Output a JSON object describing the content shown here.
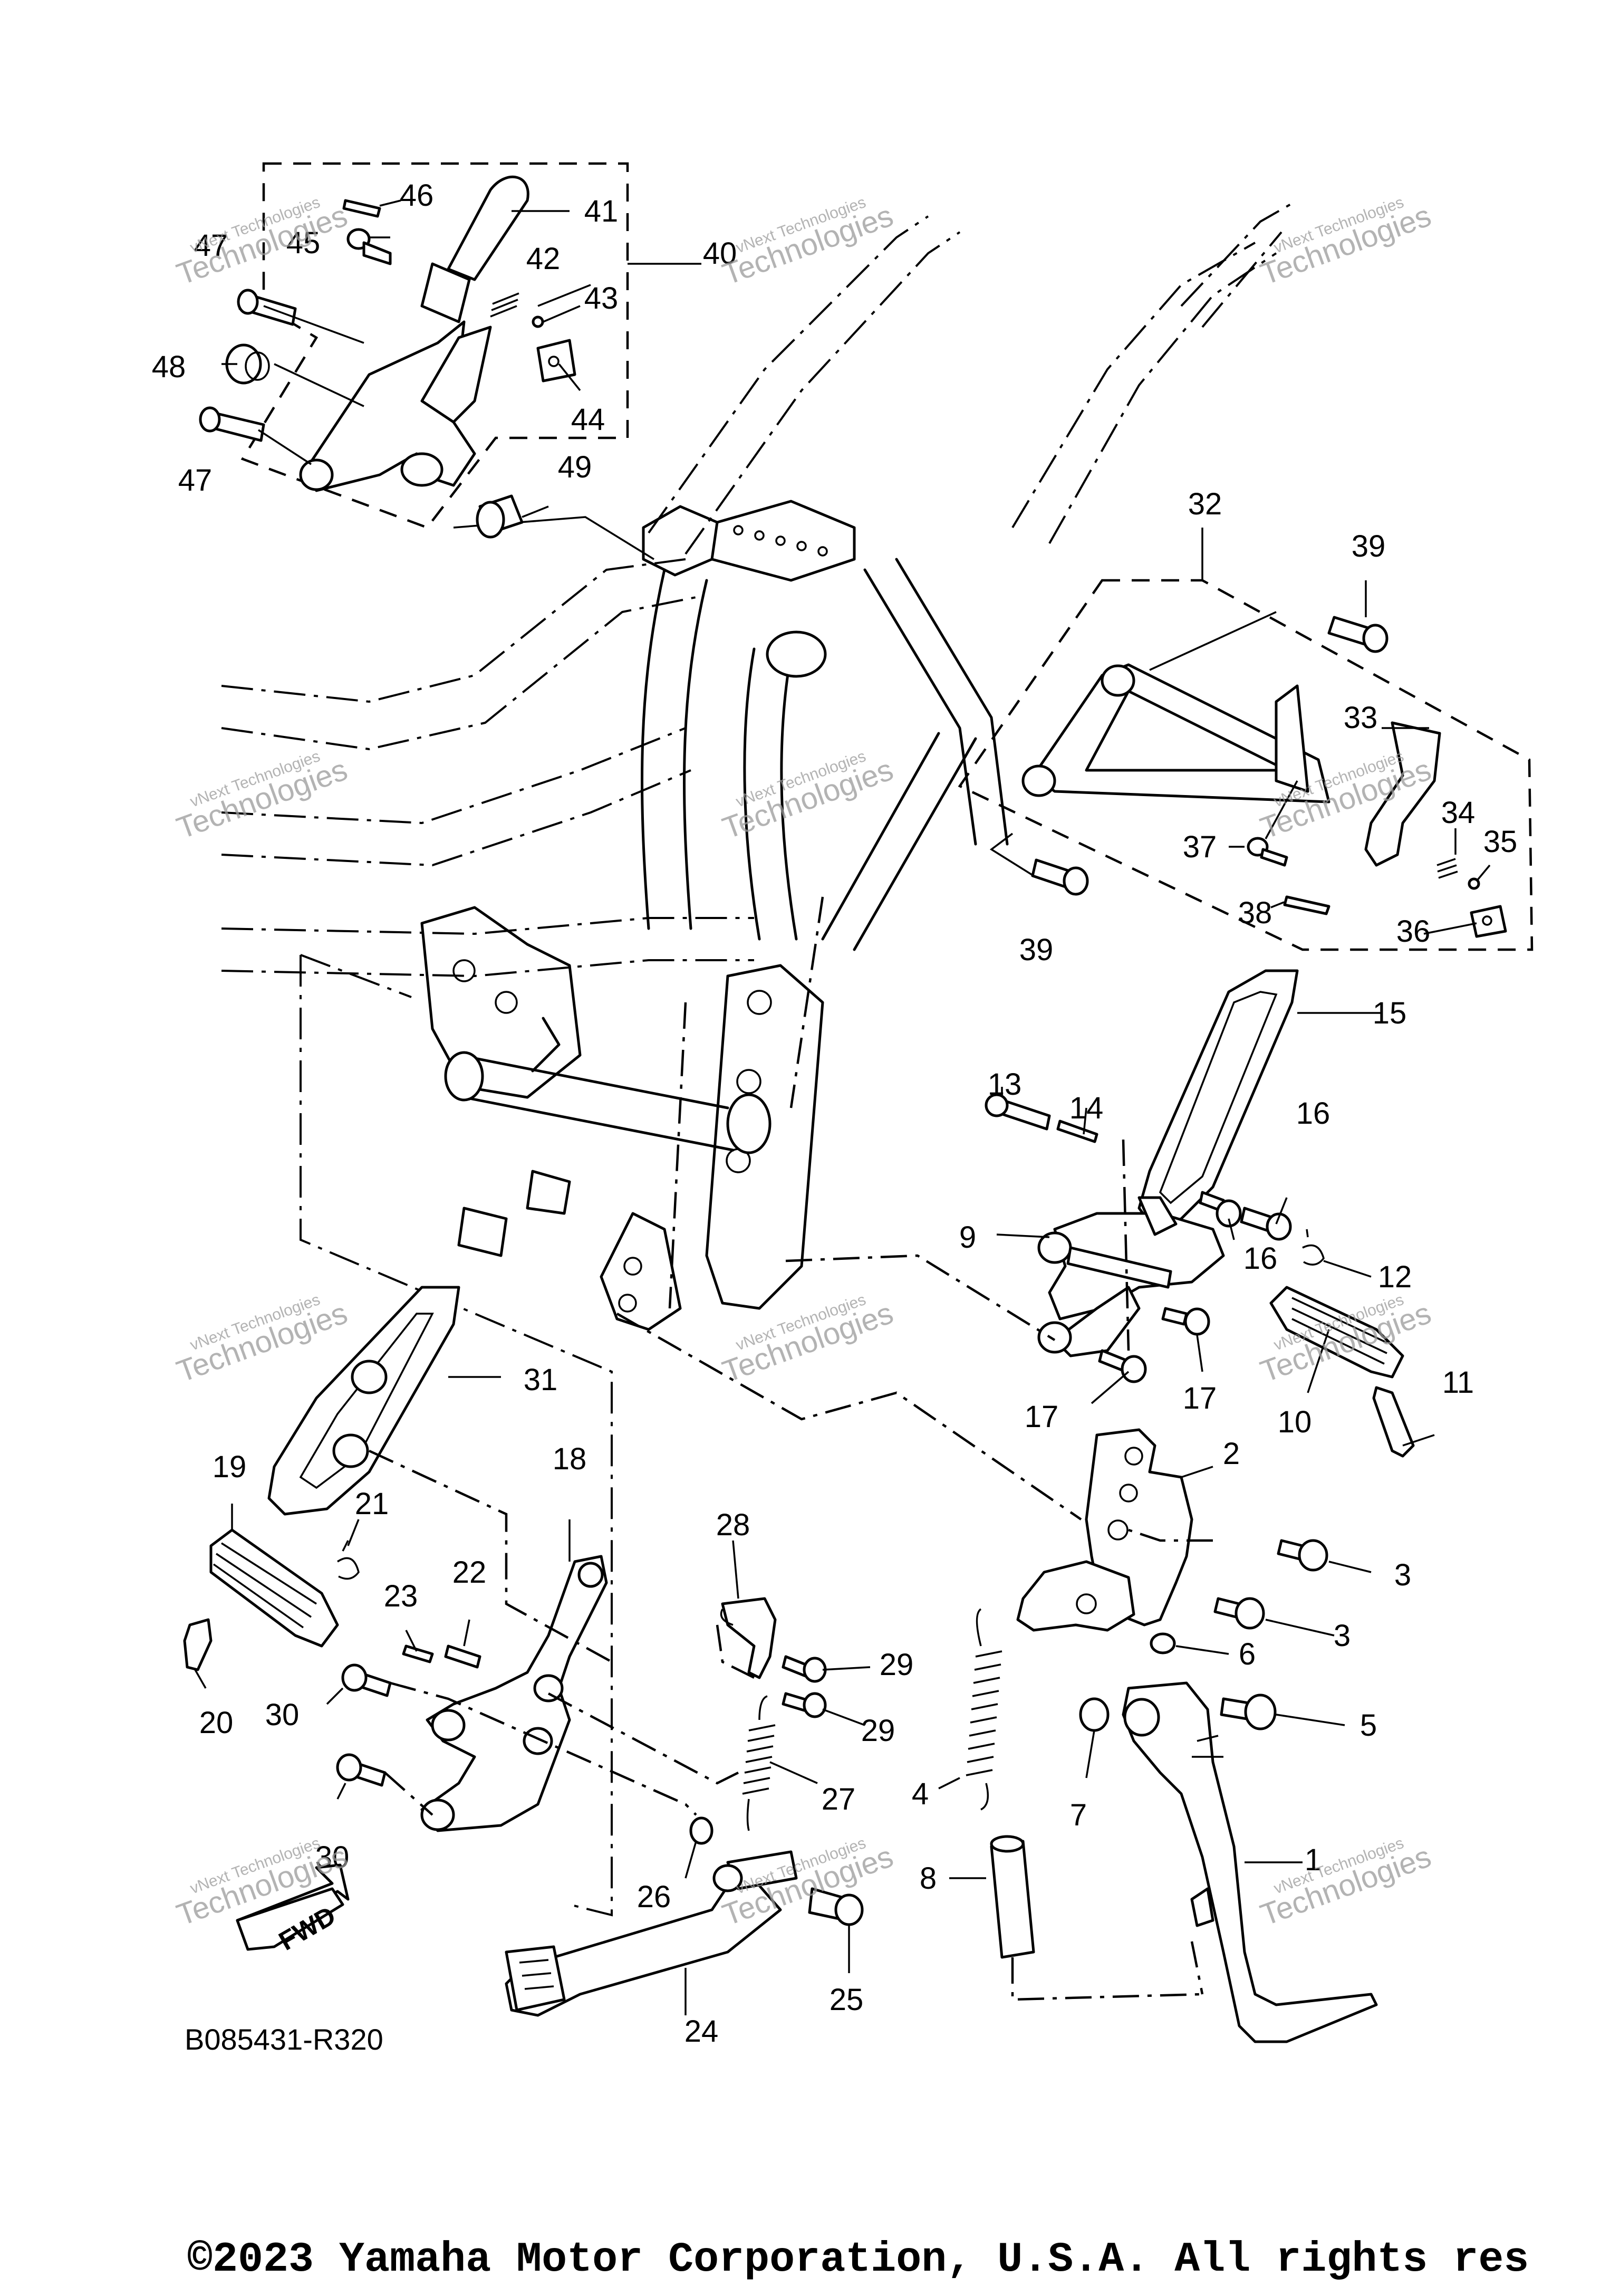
{
  "diagram_code": "B085431-R320",
  "copyright": "©2023 Yamaha Motor Corporation, U.S.A. All rights res",
  "fwd_label": "FWD",
  "watermark": {
    "line1": "vNext Technologies",
    "line2": "Technologies"
  },
  "callouts": [
    "1",
    "2",
    "3",
    "4",
    "5",
    "6",
    "7",
    "8",
    "9",
    "10",
    "11",
    "12",
    "13",
    "14",
    "15",
    "16",
    "17",
    "18",
    "19",
    "20",
    "21",
    "22",
    "23",
    "24",
    "25",
    "26",
    "27",
    "28",
    "29",
    "30",
    "31",
    "32",
    "33",
    "34",
    "35",
    "36",
    "37",
    "38",
    "39",
    "40",
    "41",
    "42",
    "43",
    "44",
    "45",
    "46",
    "47",
    "48",
    "49"
  ],
  "callout_3": "3",
  "callout_16": "16",
  "callout_17": "17",
  "callout_29": "29",
  "callout_30": "30",
  "callout_39": "39",
  "callout_47": "47"
}
